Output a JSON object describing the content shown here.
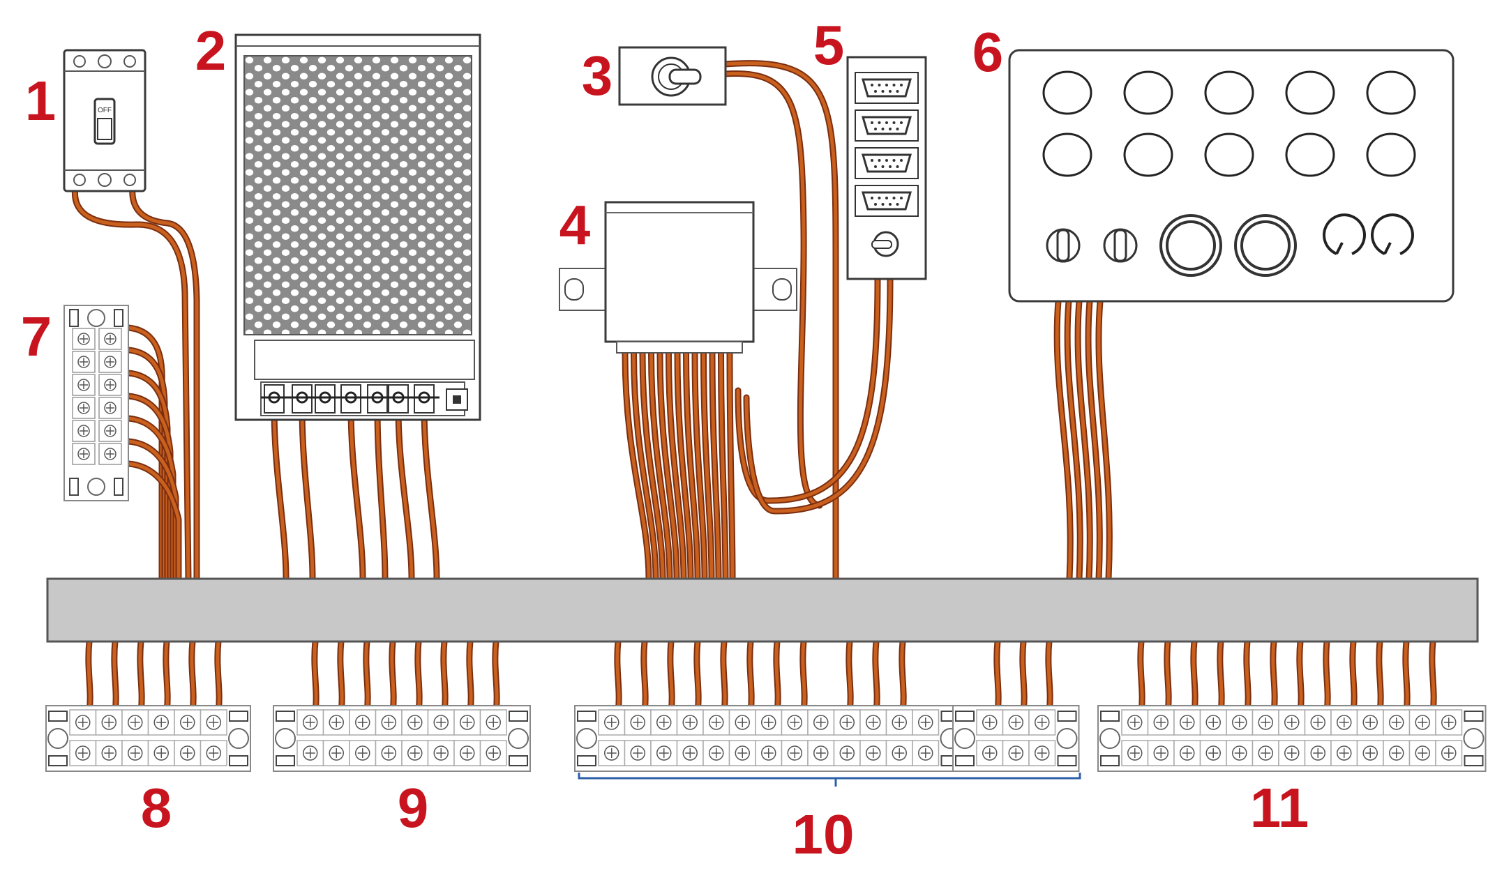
{
  "labels": {
    "circuit_breaker": "1",
    "power_supply": "2",
    "toggle_switch": "3",
    "transformer": "4",
    "connector_panel": "5",
    "control_panel": "6",
    "small_terminal": "7",
    "terminal_block_8": "8",
    "terminal_block_9": "9",
    "terminal_block_10": "10",
    "terminal_block_11": "11"
  },
  "breaker_text": "OFF",
  "colors": {
    "label": "#c8141e",
    "wire_outer": "#7a2e10",
    "wire_inner": "#c9601e",
    "duct": "#c8c8c8",
    "bracket": "#2b5fa8"
  },
  "icons": [
    "circuit-breaker-icon",
    "power-supply-icon",
    "toggle-switch-icon",
    "transformer-icon",
    "db9-connector-icon",
    "push-button-icon",
    "indicator-lamp-icon",
    "terminal-block-icon"
  ]
}
